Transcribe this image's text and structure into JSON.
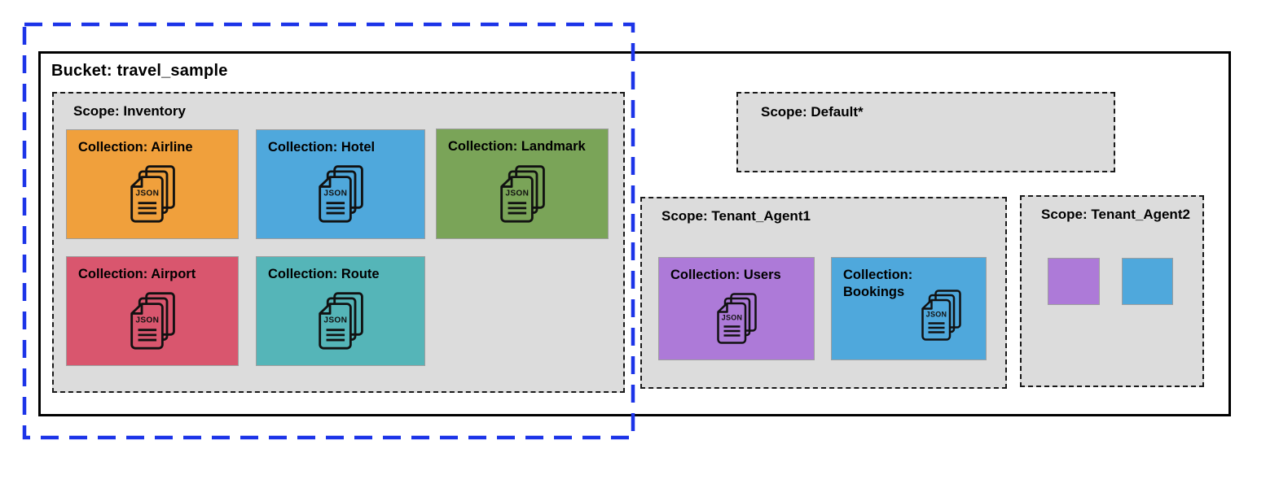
{
  "bucket": {
    "title": "Bucket: travel_sample",
    "scopes": {
      "inventory": {
        "label": "Scope: Inventory",
        "collections": {
          "airline": {
            "label": "Collection: Airline",
            "color": "#f0a03c"
          },
          "hotel": {
            "label": "Collection: Hotel",
            "color": "#4fa8dc"
          },
          "landmark": {
            "label": "Collection: Landmark",
            "color": "#7aa458"
          },
          "airport": {
            "label": "Collection: Airport",
            "color": "#d9566e"
          },
          "route": {
            "label": "Collection: Route",
            "color": "#55b5b8"
          }
        }
      },
      "default": {
        "label": "Scope: Default*",
        "collections": {}
      },
      "tenant_agent1": {
        "label": "Scope: Tenant_Agent1",
        "collections": {
          "users": {
            "label": "Collection: Users",
            "color": "#ad7ad8"
          },
          "bookings": {
            "label": "Collection: Bookings",
            "color": "#4fa8dc"
          }
        }
      },
      "tenant_agent2": {
        "label": "Scope: Tenant_Agent2",
        "collections": {
          "collection_a": {
            "color": "#ad7ad8"
          },
          "collection_b": {
            "color": "#4fa8dc"
          }
        }
      }
    }
  },
  "icon": {
    "json_doc_label": "JSON"
  },
  "colors": {
    "highlight_outline": "#1c34e8",
    "scope_background": "#dcdcdc"
  }
}
